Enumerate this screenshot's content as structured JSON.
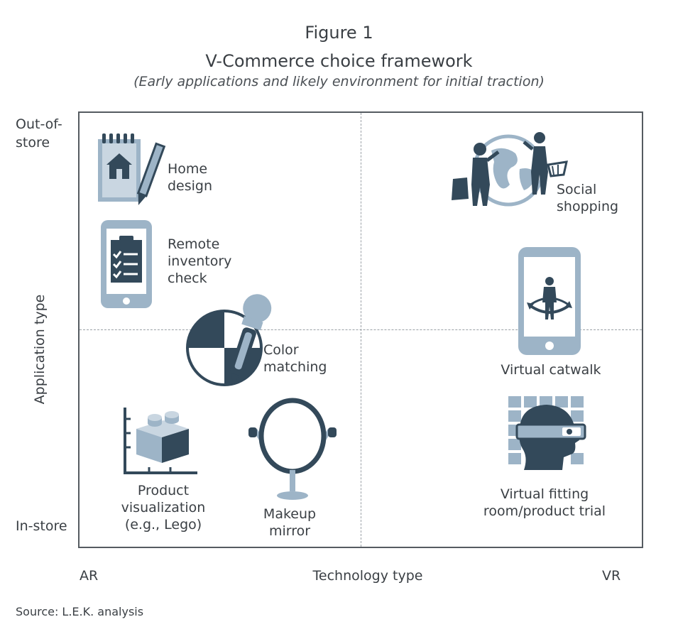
{
  "figure": {
    "number": "Figure 1",
    "title": "V-Commerce choice framework",
    "subtitle": "(Early applications and likely environment for initial traction)"
  },
  "axes": {
    "y_title": "Application type",
    "y_top": "Out-of-store",
    "y_top_line1": "Out-of-",
    "y_top_line2": "store",
    "y_bottom": "In-store",
    "x_title": "Technology type",
    "x_left": "AR",
    "x_right": "VR"
  },
  "items": {
    "home_design": {
      "line1": "Home",
      "line2": "design"
    },
    "remote_inventory": {
      "line1": "Remote",
      "line2": "inventory",
      "line3": "check"
    },
    "color_matching": {
      "line1": "Color",
      "line2": "matching"
    },
    "product_viz": {
      "line1": "Product",
      "line2": "visualization",
      "line3": "(e.g., Lego)"
    },
    "makeup_mirror": {
      "line1": "Makeup",
      "line2": "mirror"
    },
    "social_shopping": {
      "line1": "Social",
      "line2": "shopping"
    },
    "virtual_catwalk": {
      "line1": "Virtual catwalk"
    },
    "virtual_fitting": {
      "line1": "Virtual fitting",
      "line2": "room/product trial"
    }
  },
  "icons": [
    "notepad-house-icon",
    "tablet-checklist-icon",
    "color-dropper-icon",
    "lego-brick-icon",
    "makeup-mirror-icon",
    "globe-shoppers-icon",
    "phone-catwalk-icon",
    "vr-headset-icon"
  ],
  "colors": {
    "dark": "#33495a",
    "light": "#9db4c7",
    "text": "#3a3f44"
  },
  "source": "Source: L.E.K. analysis"
}
